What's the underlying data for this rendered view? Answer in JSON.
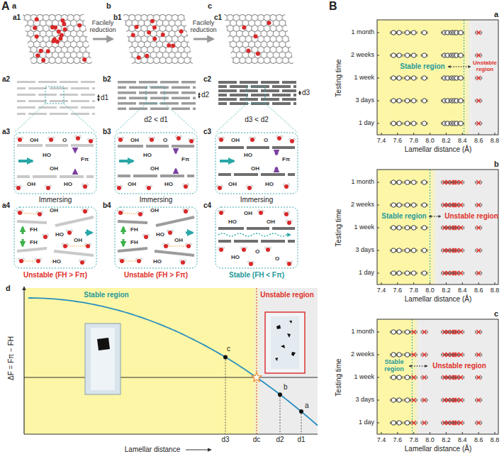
{
  "diagram": {
    "nodes": [
      {
        "text": [
          "a1"
        ]
      },
      {
        "text": [
          "b1"
        ]
      },
      {
        "text": [
          "c1"
        ]
      }
    ],
    "edges": [
      {
        "from": 0,
        "to": 1,
        "arrow": "to",
        "label": "Facilely reduction"
      },
      {
        "from": 1,
        "to": 2,
        "arrow": "to",
        "label": "Facilely reduction"
      }
    ],
    "labels": [
      "A",
      "a",
      "b",
      "c",
      "a2",
      "d1",
      "b2",
      "d2",
      "d2 < d1",
      "c2",
      "d3",
      "d3 < d2",
      "a3",
      "OH",
      "O",
      "HO",
      "OH",
      "Fπ",
      "OH",
      "HO",
      "Immersing",
      "b3",
      "OH",
      "O",
      "HO",
      "OH",
      "Fπ",
      "OH",
      "HO",
      "Immersing",
      "c3",
      "OH",
      "O",
      "HO",
      "OH",
      "Fπ",
      "OH",
      "HO",
      "Immersing",
      "a4",
      "OH",
      "FH",
      "HO",
      "OH",
      "FH",
      "HO",
      "Unstable (FH > Fπ)",
      "b4",
      "OH",
      "FH",
      "HO",
      "OH",
      "FH",
      "HO",
      "Unstable (FH > Fπ)",
      "c4",
      "OH",
      "HO",
      "OH",
      "O",
      "HO",
      "O",
      "Stable (FH < Fπ)",
      "d",
      "ΔF = Fπ − FH",
      "Stable region",
      "Unstable region",
      "c",
      "b",
      "a",
      "d3",
      "dc",
      "d2",
      "d1",
      "Lamellar distance",
      "B",
      "a",
      "Testing time",
      "1 month",
      "2 weeks",
      "1 week",
      "3 days",
      "1 day",
      "7.4",
      "7.6",
      "7.8",
      "8.0",
      "8.2",
      "8.4",
      "8.6",
      "8.8",
      "Lamellar distance (Å)",
      "Stable region",
      "Unstable region",
      "b",
      "Testing time",
      "1 month",
      "2 weeks",
      "1 week",
      "3 days",
      "1 day",
      "7.4",
      "7.6",
      "7.8",
      "8.0",
      "8.2",
      "8.4",
      "8.6",
      "8.8",
      "Lamellar distance (Å)",
      "Stable region",
      "Unstable region",
      "c",
      "Testing time",
      "1 month",
      "2 weeks",
      "1 week",
      "3 days",
      "1 day",
      "7.4",
      "7.6",
      "7.8",
      "8.0",
      "8.2",
      "8.4",
      "8.6",
      "8.8",
      "Lamellar distance (Å)",
      "Stable region",
      "Unstable region"
    ]
  }
}
